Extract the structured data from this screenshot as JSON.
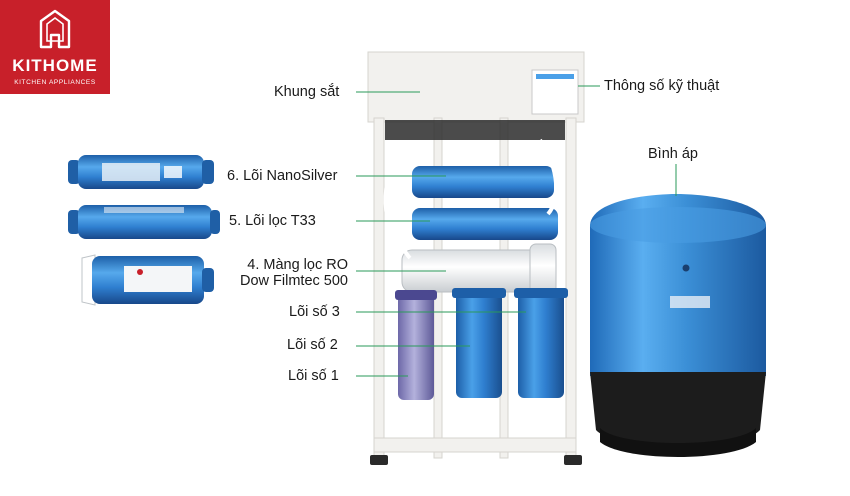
{
  "brand": {
    "name": "KITHOME",
    "tagline": "KITCHEN APPLIANCES",
    "color": "#c8202a"
  },
  "labels": {
    "frame": "Khung sắt",
    "spec": "Thông số kỹ thuật",
    "tank": "Bình áp",
    "nanosilver": "6. Lõi NanoSilver",
    "t33": "5. Lõi lọc T33",
    "ro_line1": "4. Màng lọc RO",
    "ro_line2": "Dow Filmtec 500",
    "stage3": "Lõi số 3",
    "stage2": "Lõi số 2",
    "stage1": "Lõi số 1"
  },
  "icons": [
    "house-logo-icon"
  ],
  "colors": {
    "filter_blue": "#2f7fd0",
    "tank_blue": "#3b8fd6",
    "tank_base": "#1c1c1c",
    "frame_white": "#f2f1ee",
    "membrane_white": "#eef1f3",
    "leader_line": "#2a9a5a"
  }
}
